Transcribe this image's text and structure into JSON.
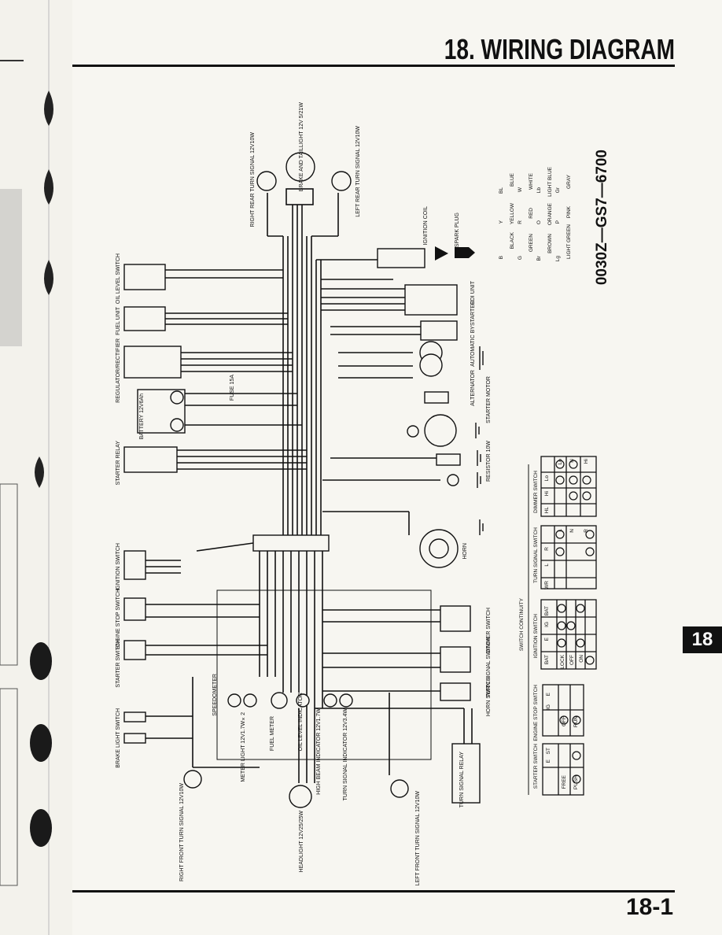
{
  "header": {
    "title": "18. WIRING DIAGRAM"
  },
  "footer": {
    "page_number": "18-1",
    "section_tab": "18"
  },
  "part_number": "0030Z—GS7—6700",
  "color_legend": [
    {
      "code": "B",
      "name": "BLACK"
    },
    {
      "code": "Y",
      "name": "YELLOW"
    },
    {
      "code": "BL",
      "name": "BLUE"
    },
    {
      "code": "G",
      "name": "GREEN"
    },
    {
      "code": "R",
      "name": "RED"
    },
    {
      "code": "W",
      "name": "WHITE"
    },
    {
      "code": "Br",
      "name": "BROWN"
    },
    {
      "code": "O",
      "name": "ORANGE"
    },
    {
      "code": "Lb",
      "name": "LIGHT BLUE"
    },
    {
      "code": "Lg",
      "name": "LIGHT GREEN"
    },
    {
      "code": "P",
      "name": "PINK"
    },
    {
      "code": "Gr",
      "name": "GRAY"
    }
  ],
  "components": {
    "right_rear_turn": "RIGHT REAR TURN SIGNAL 12V10W",
    "brake_tail": "BRAKE AND TAILLIGHT 12V 5/21W",
    "left_rear_turn": "LEFT REAR TURN SIGNAL 12V10W",
    "ignition_coil": "IGNITION COIL",
    "spark_plug": "SPARK PLUG",
    "cdi_unit": "CDI UNIT",
    "auto_bystarter": "AUTOMATIC BYSTARTER",
    "alternator": "ALTERNATOR",
    "starter_motor": "STARTER MOTOR",
    "resistor": "RESISTOR 10W",
    "oil_level_switch": "OIL LEVEL SWITCH",
    "fuel_unit": "FUEL UNIT",
    "regulator": "REGULATOR/RECTIFIER",
    "battery": "BATTERY 12V6Ah",
    "fuse": "FUSE 15A",
    "starter_relay": "STARTER RELAY",
    "ignition_switch": "IGNITION SWITCH",
    "engine_stop_switch": "ENGINE STOP SWITCH",
    "starter_switch": "STARTER SWITCH",
    "brake_light_switch": "BRAKE LIGHT SWITCH",
    "speedometer": "SPEEDOMETER",
    "meter_light": "METER LIGHT 12V1.7W×2",
    "fuel_meter": "FUEL METER",
    "oil_level_indicator": "OIL LEVEL INDICATOR",
    "high_beam_indicator": "HIGH BEAM INDICATOR 12V1.7W",
    "turn_indicator": "TURN SIGNAL INDICATOR 12V3.4W",
    "horn": "HORN",
    "dimmer_switch": "DIMMER SWITCH",
    "turn_signal_switch": "TURN SIGNAL SWITCH",
    "horn_switch": "HORN SWITCH",
    "turn_relay": "TURN SIGNAL RELAY",
    "headlight": "HEADLIGHT 12V25/25W",
    "right_front_turn": "RIGHT FRONT TURN SIGNAL 12V10W",
    "left_front_turn": "LEFT FRONT TURN SIGNAL 12V10W"
  },
  "switch_continuity": {
    "title": "SWITCH CONTINUITY",
    "starter": {
      "title": "STARTER SWITCH",
      "cols": [
        "ST",
        "E"
      ],
      "rows": [
        "FREE",
        "PUSH"
      ]
    },
    "engine_stop": {
      "title": "ENGINE STOP SWITCH",
      "cols": [
        "E",
        "IG"
      ],
      "rows": [
        "OFF",
        "RUN"
      ]
    },
    "ignition": {
      "title": "IGNITION SWITCH",
      "cols": [
        "BAT",
        "IG",
        "E",
        "BAT"
      ],
      "rows": [
        "LOCK",
        "OFF",
        "ON"
      ]
    },
    "turn_signal": {
      "title": "TURN SIGNAL SWITCH",
      "cols": [
        "R",
        "L",
        "WR"
      ],
      "rows": [
        "L",
        "N",
        "R"
      ]
    },
    "dimmer": {
      "title": "DIMMER SWITCH",
      "cols": [
        "Lo",
        "Hi",
        "HL"
      ],
      "rows": [
        "Lo",
        "N",
        "Hi"
      ]
    }
  }
}
